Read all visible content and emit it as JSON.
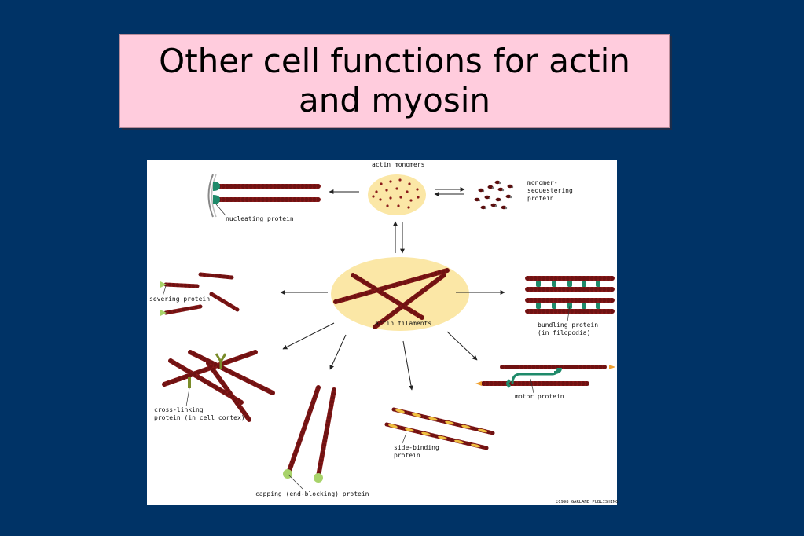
{
  "slide": {
    "title": "Other cell functions for actin and myosin"
  },
  "diagram": {
    "labels": {
      "actin_monomers": "actin monomers",
      "monomer_sequestering": "monomer-\nsequestering\nprotein",
      "nucleating_protein": "nucleating protein",
      "severing_protein": "severing protein",
      "actin_filaments": "actin filaments",
      "bundling_protein": "bundling protein\n(in filopodia)",
      "motor_protein": "motor protein",
      "cross_linking": "cross-linking\nprotein (in cell cortex)",
      "side_binding": "side-binding\nprotein",
      "capping_protein": "capping (end-blocking) protein",
      "copyright": "©1998 GARLAND PUBLISHING"
    },
    "colors": {
      "filament": "#8b1a1a",
      "filament_dark": "#5a0d0d",
      "cell_region": "#fbe7a6",
      "binding_protein": "#1f8a6a",
      "cap": "#a8d36a",
      "arrow": "#222222",
      "side_binding": "#f0c040"
    }
  }
}
